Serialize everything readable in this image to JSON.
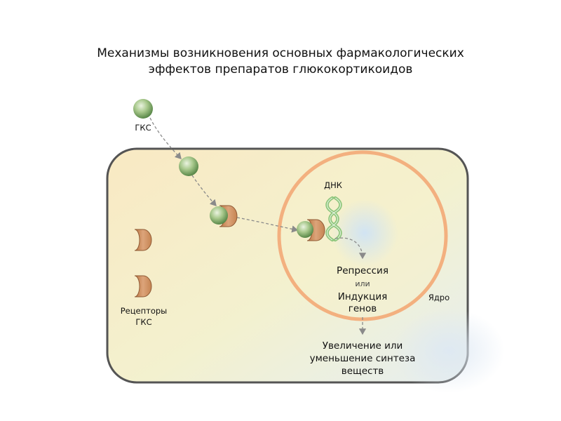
{
  "title": {
    "line1": "Механизмы возникновения основных фармакологических",
    "line2": "эффектов препаратов глюкокортикоидов"
  },
  "labels": {
    "gks": "ГКС",
    "dna": "ДНК",
    "receptors_line1": "Рецепторы",
    "receptors_line2": "ГКС",
    "nucleus": "Ядро",
    "repression": "Репрессия",
    "or": "или",
    "induction": "Индукция",
    "genes": "генов",
    "effect_line1": "Увеличение или",
    "effect_line2": "уменьшение синтеза",
    "effect_line3": "веществ"
  },
  "colors": {
    "cell_fill": "#f7ecc6",
    "cell_border": "#545454",
    "nucleus_border": "#f3b07f",
    "receptor": "#c98a58",
    "hormone": "#7fa76a",
    "dna": "#8cc57a",
    "arrow": "#8a8a8a"
  }
}
